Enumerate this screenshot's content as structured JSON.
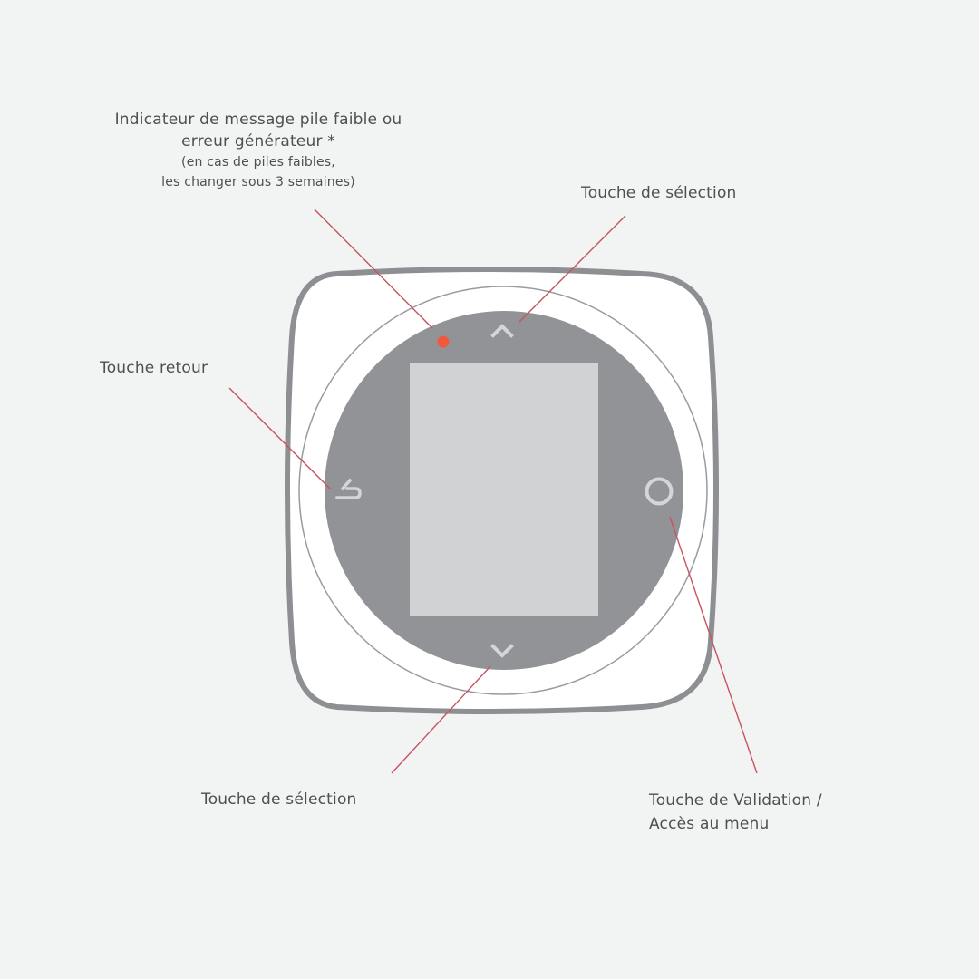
{
  "colors": {
    "background": "#f2f3f3",
    "device_body": "#ffffff",
    "device_outline": "#8e8f93",
    "ring_line": "#9a9b9f",
    "dial": "#929397",
    "screen": "#d1d2d4",
    "button_glyph": "#d4d5d7",
    "indicator_led": "#f05a3a",
    "leader_line": "#c8535f",
    "text": "#4d4f52"
  },
  "labels": {
    "indicator": {
      "line1": "Indicateur de message pile faible ou",
      "line2": "erreur générateur *",
      "note1": "(en cas de piles faibles,",
      "note2": "les changer sous 3 semaines)"
    },
    "select_up": "Touche de sélection",
    "back": "Touche retour",
    "select_down": "Touche de sélection",
    "validation": {
      "line1": "Touche de Validation /",
      "line2": "Accès au menu"
    }
  },
  "device": {
    "buttons": [
      {
        "id": "up",
        "icon": "chevron-up-icon"
      },
      {
        "id": "down",
        "icon": "chevron-down-icon"
      },
      {
        "id": "back",
        "icon": "back-arrow-icon"
      },
      {
        "id": "ok",
        "icon": "circle-ok-icon"
      }
    ],
    "indicator": {
      "icon": "led-dot-icon"
    }
  }
}
